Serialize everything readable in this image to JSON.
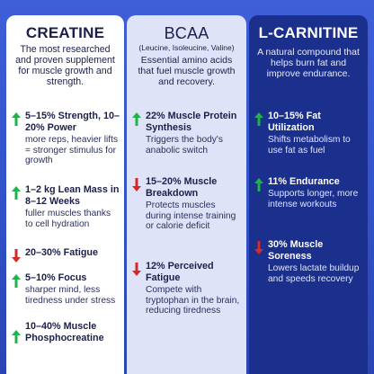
{
  "columns": {
    "creatine": {
      "title": "CREATINE",
      "description": "The most researched and proven supplement for muscle growth and strength.",
      "items": [
        {
          "direction": "up",
          "head": "5–15% Strength, 10–20% Power",
          "body": "more reps, heavier lifts = stronger stimulus for growth"
        },
        {
          "direction": "up",
          "head": "1–2 kg Lean Mass in 8–12 Weeks",
          "body": "fuller muscles thanks to cell hydration"
        },
        {
          "direction": "down",
          "head": "20–30% Fatigue",
          "body": ""
        },
        {
          "direction": "up",
          "head": "5–10% Focus",
          "body": "sharper mind, less tiredness under stress"
        },
        {
          "direction": "up",
          "head": "10–40% Muscle Phosphocreatine",
          "body": ""
        }
      ]
    },
    "bcaa": {
      "title": "BCAA",
      "subtitle": "(Leucine, Isoleucine, Valine)",
      "description": "Essential amino acids that fuel muscle growth and recovery.",
      "items": [
        {
          "direction": "up",
          "head": "22% Muscle Protein Synthesis",
          "body": "Triggers the body's anabolic switch"
        },
        {
          "direction": "down",
          "head": "15–20% Muscle Breakdown",
          "body": "Protects muscles during intense training or calorie deficit"
        },
        {
          "direction": "down",
          "head": "12% Perceived Fatigue",
          "body": "Compete with tryptophan in the brain, reducing tiredness"
        }
      ]
    },
    "carnitine": {
      "title": "L-CARNITINE",
      "description": "A natural compound that helps burn fat and improve endurance.",
      "items": [
        {
          "direction": "up",
          "head": "10–15% Fat Utilization",
          "body": "Shifts metabolism to use fat as fuel"
        },
        {
          "direction": "up",
          "head": "11% Endurance",
          "body": "Supports longer, more intense workouts"
        },
        {
          "direction": "down",
          "head": "30% Muscle Soreness",
          "body": "Lowers lactate buildup and speeds recovery"
        }
      ]
    }
  },
  "colors": {
    "up": "#1fb34a",
    "down": "#d62a2a",
    "background": "#3552cc",
    "carnitine_card": "#1b2f8c",
    "bcaa_card": "#dfe3f7"
  },
  "icons": {
    "up": "arrow-up-icon",
    "down": "arrow-down-icon"
  }
}
